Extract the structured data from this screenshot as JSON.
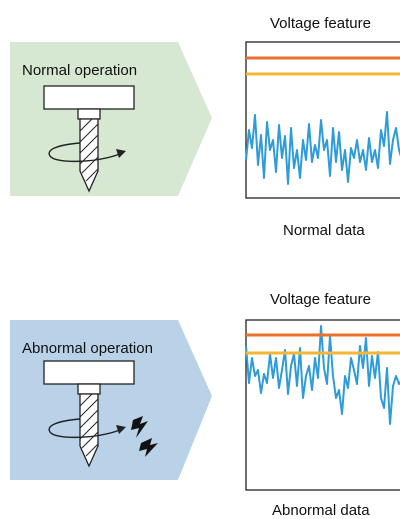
{
  "colors": {
    "normal_banner": "#d6e8d2",
    "abnormal_banner": "#b9d2e7",
    "trace": "#2f9bd9",
    "upper_threshold": "#e9712f",
    "lower_threshold": "#f6b534",
    "outline": "#222222",
    "spark": "#111111"
  },
  "icons": [
    "drill-icon",
    "rotation-arrow-icon",
    "spark-icon"
  ],
  "panels": [
    {
      "operation_label": "Normal operation",
      "chart_title": "Voltage feature",
      "caption": "Normal data",
      "sparks_shown": false
    },
    {
      "operation_label": "Abnormal operation",
      "chart_title": "Voltage feature",
      "caption": "Abnormal data",
      "sparks_shown": true
    }
  ]
}
